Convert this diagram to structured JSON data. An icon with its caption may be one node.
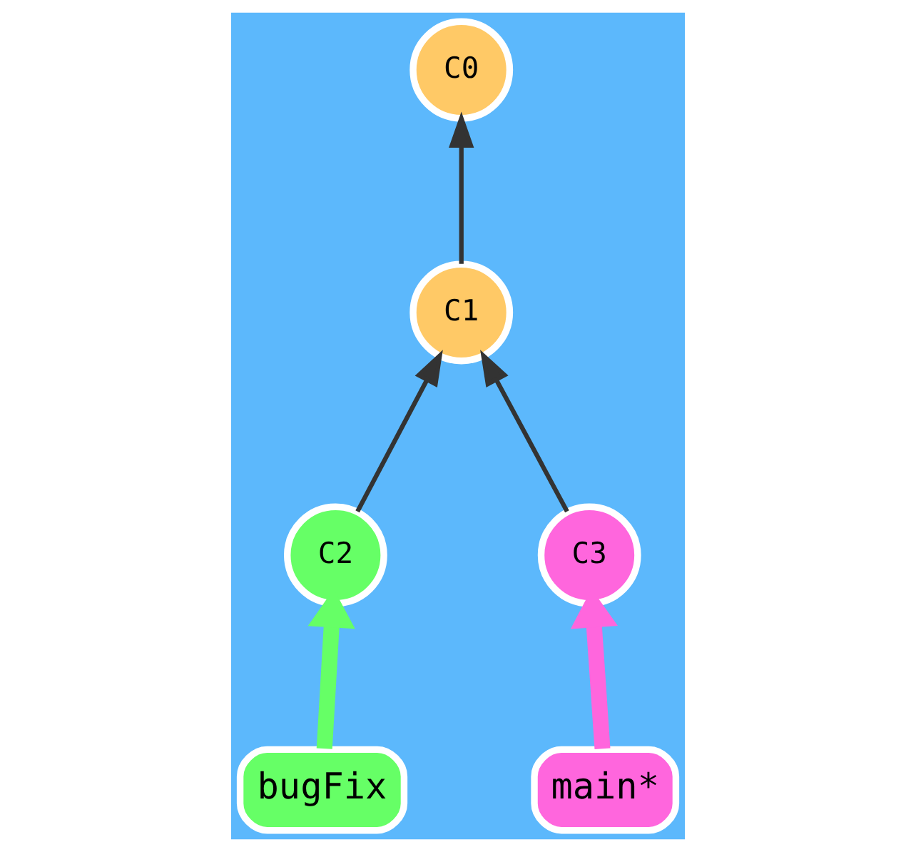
{
  "diagram": {
    "nodes": [
      {
        "text": [
          "C0"
        ]
      },
      {
        "text": [
          "C1"
        ]
      },
      {
        "text": [
          "C2"
        ]
      },
      {
        "text": [
          "C3"
        ]
      },
      {
        "text": [
          "bugFix"
        ]
      },
      {
        "text": [
          "main*"
        ]
      }
    ],
    "edges": [
      {
        "from": 1,
        "to": 0,
        "arrow": "to"
      },
      {
        "from": 2,
        "to": 1,
        "arrow": "to"
      },
      {
        "from": 3,
        "to": 1,
        "arrow": "to"
      },
      {
        "from": 4,
        "to": 2,
        "arrow": "to",
        "style": "thick",
        "color": "#66ff66"
      },
      {
        "from": 5,
        "to": 3,
        "arrow": "to",
        "style": "thick",
        "color": "#ff66dd"
      }
    ]
  }
}
